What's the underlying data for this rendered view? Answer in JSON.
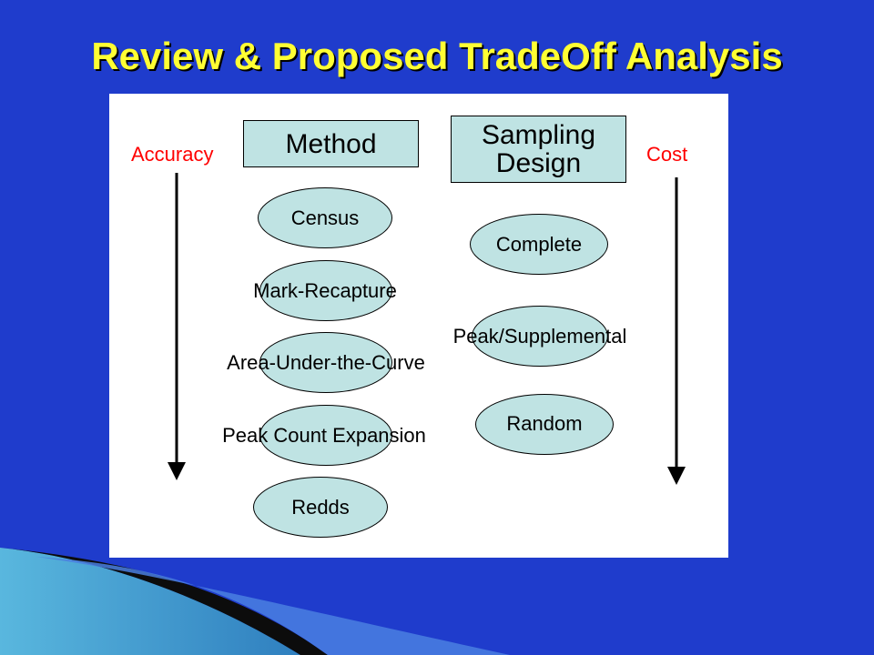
{
  "slide": {
    "title": "Review & Proposed TradeOff Analysis",
    "background_color": "#1f3ccc",
    "title_color": "#ffff33"
  },
  "diagram": {
    "column_headers": {
      "method": "Method",
      "sampling_design": "Sampling\nDesign"
    },
    "axes": {
      "left": "Accuracy",
      "right": "Cost",
      "label_color": "#ff0000"
    },
    "methods": [
      "Census",
      "Mark-Recapture",
      "Area-Under-the-Curve",
      "Peak Count Expansion",
      "Redds"
    ],
    "sampling_designs": [
      "Complete",
      "Peak/Supplemental",
      "Random"
    ],
    "node_fill": "#bfe3e3"
  }
}
